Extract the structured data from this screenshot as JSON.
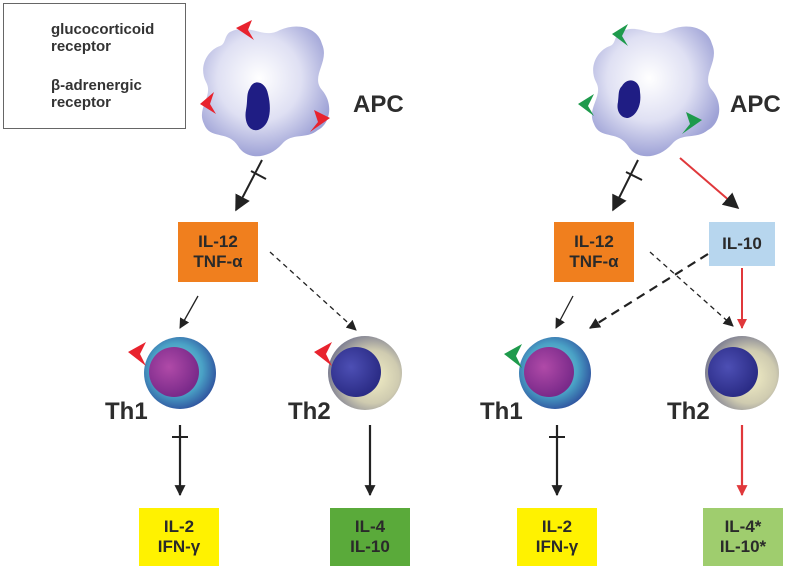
{
  "legend": {
    "glucocorticoid_label": "glucocorticoid\nreceptor",
    "adrenergic_label": "β-adrenergic\nreceptor"
  },
  "left": {
    "apc_label": "APC",
    "il12_box": "IL-12\nTNF-α",
    "th1_label": "Th1",
    "th2_label": "Th2",
    "th1_out": "IL-2\nIFN-γ",
    "th2_out": "IL-4\nIL-10"
  },
  "right": {
    "apc_label": "APC",
    "il12_box": "IL-12\nTNF-α",
    "il10_box": "IL-10",
    "th1_label": "Th1",
    "th2_label": "Th2",
    "th1_out": "IL-2\nIFN-γ",
    "th2_out": "IL-4*\nIL-10*"
  },
  "colors": {
    "glucocorticoid_receptor": "#e8232e",
    "adrenergic_receptor": "#1e9a4c",
    "il12_box": "#f07f1e",
    "il10_box": "#b7d6ee",
    "yellow_box": "#fff200",
    "green_box_dark": "#5aaa3a",
    "green_box_light": "#9fcd6e",
    "red_arrow": "#e0383b"
  }
}
